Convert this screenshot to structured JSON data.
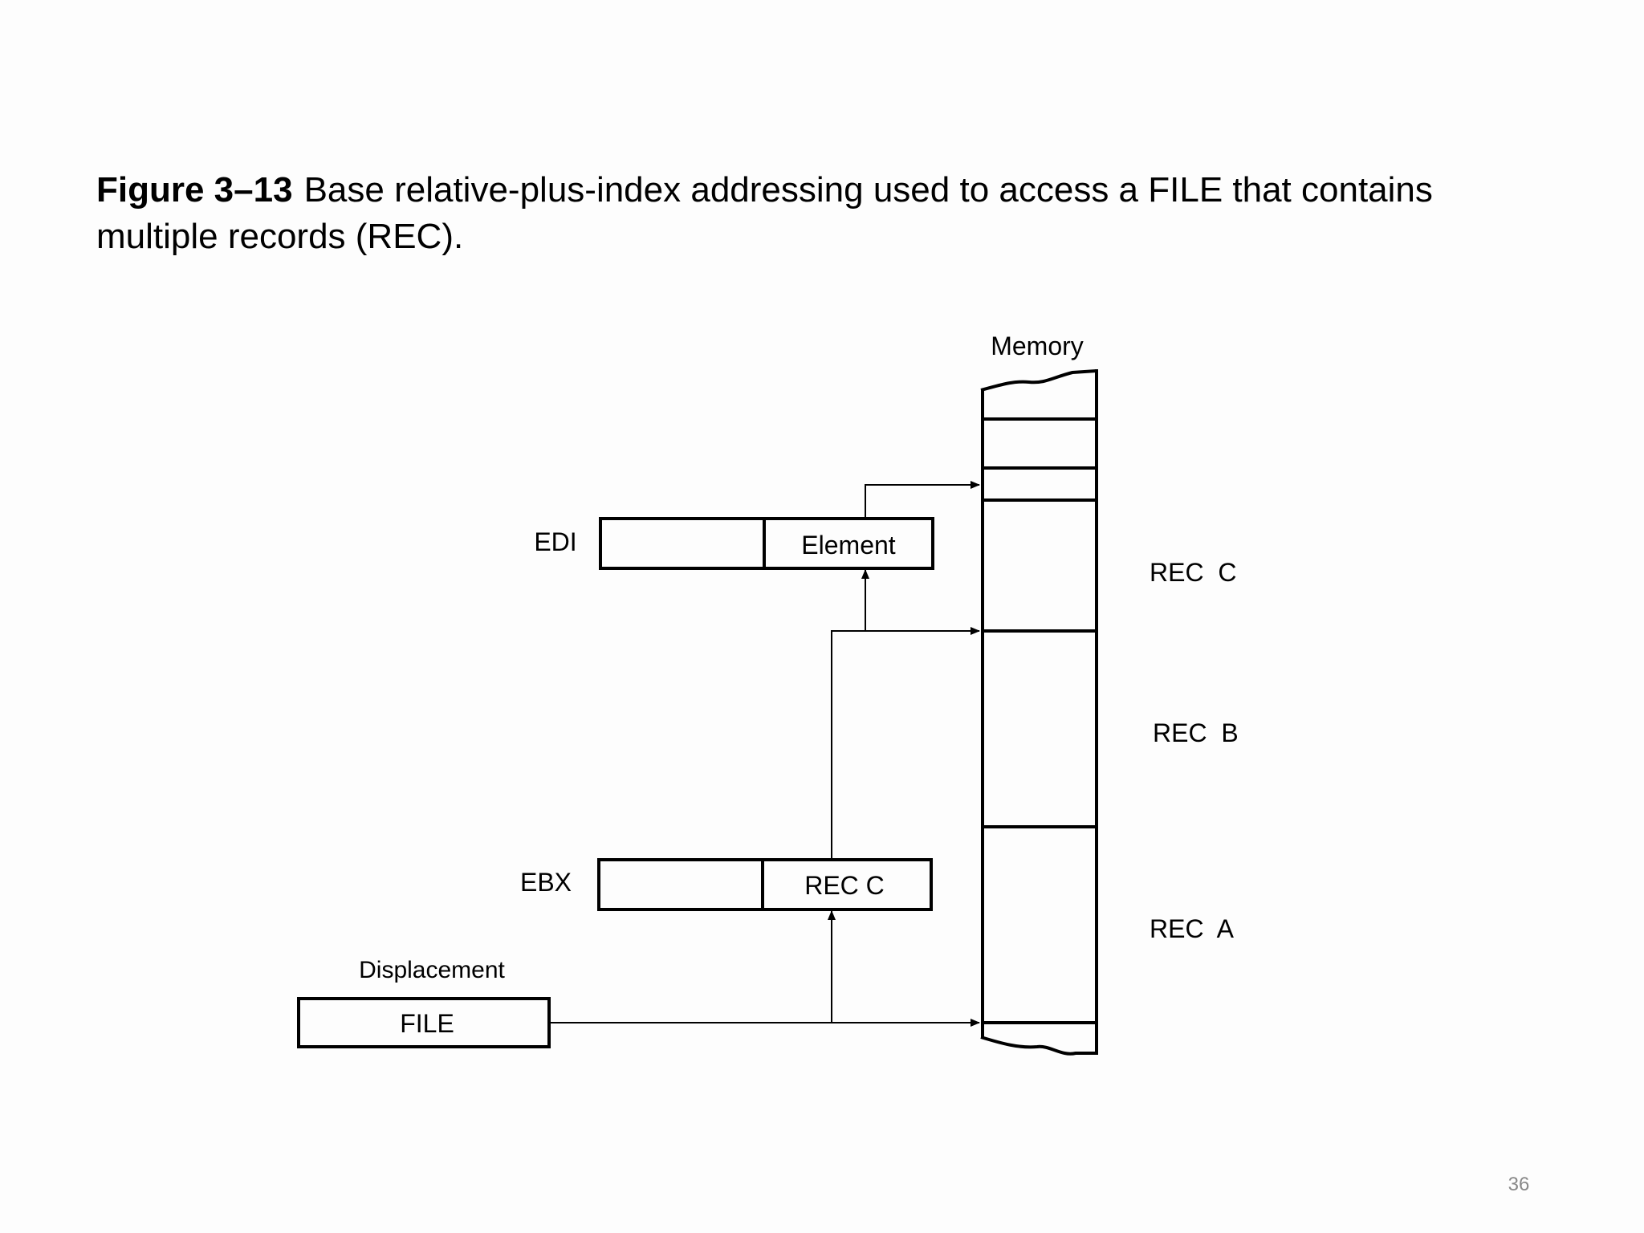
{
  "caption": {
    "label": "Figure 3–13",
    "text": "Base relative-plus-index addressing used to access a FILE that contains multiple records (REC)."
  },
  "diagram": {
    "memory_label": "Memory",
    "edi": {
      "register_label": "EDI",
      "low_field": "Element"
    },
    "ebx": {
      "register_label": "EBX",
      "low_field": "REC C"
    },
    "displacement": {
      "label": "Displacement",
      "value": "FILE"
    },
    "records": [
      "REC  C",
      "REC  B",
      "REC  A"
    ]
  },
  "page_number": "36"
}
